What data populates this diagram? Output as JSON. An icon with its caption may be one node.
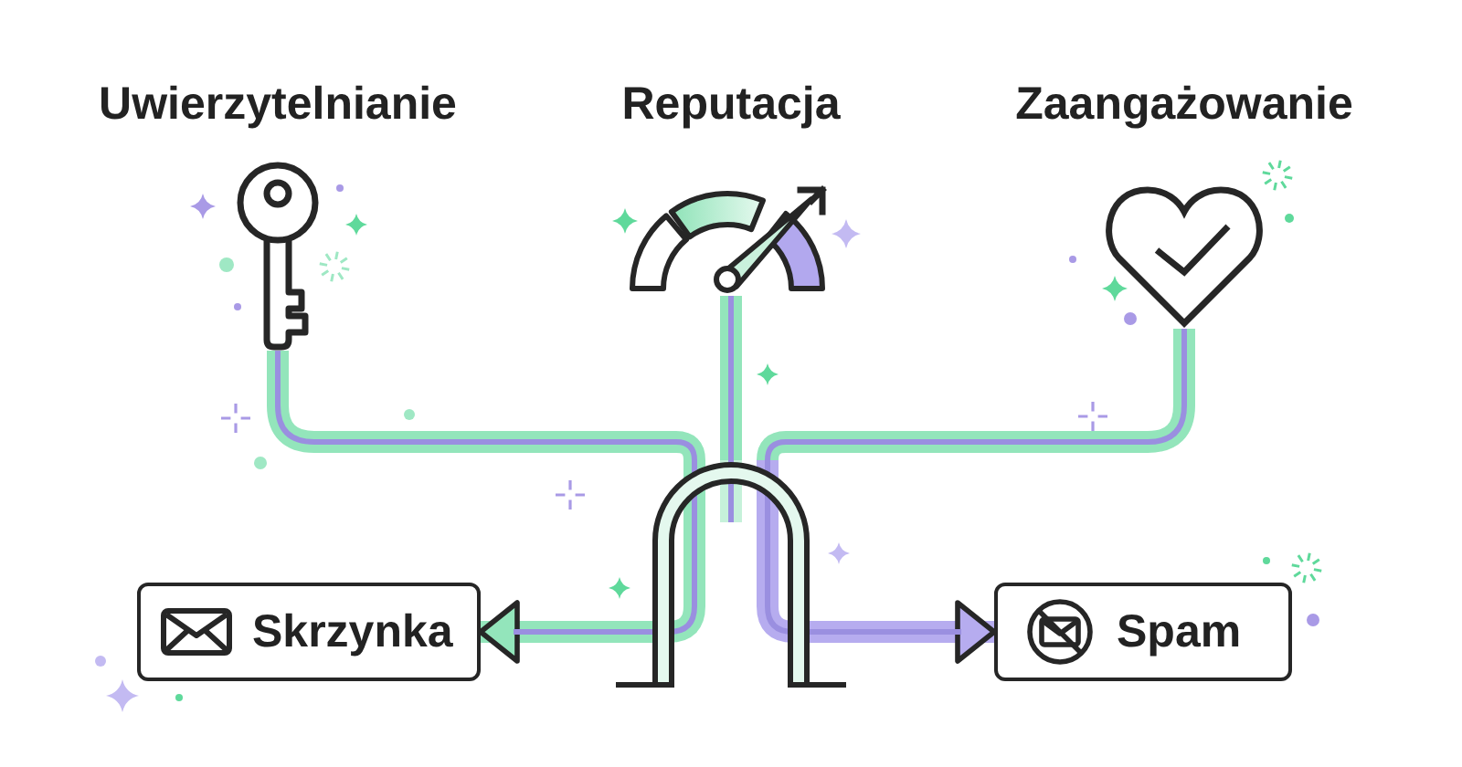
{
  "diagram": {
    "nodes": [
      {
        "text": [
          "Uwierzytelnianie"
        ]
      },
      {
        "text": [
          "Reputacja"
        ]
      },
      {
        "text": [
          "Zaangażowanie"
        ]
      },
      {
        "text": [],
        "shape": "arch"
      },
      {
        "text": [
          "Skrzynka"
        ]
      },
      {
        "text": [
          "Spam"
        ]
      }
    ],
    "edges": [
      {
        "from": 0,
        "to": 3,
        "arrow": "none"
      },
      {
        "from": 1,
        "to": 3,
        "arrow": "none"
      },
      {
        "from": 2,
        "to": 3,
        "arrow": "none"
      },
      {
        "from": 3,
        "to": 4,
        "arrow": "to"
      },
      {
        "from": 3,
        "to": 5,
        "arrow": "to",
        "color": "#b6acef"
      }
    ]
  }
}
